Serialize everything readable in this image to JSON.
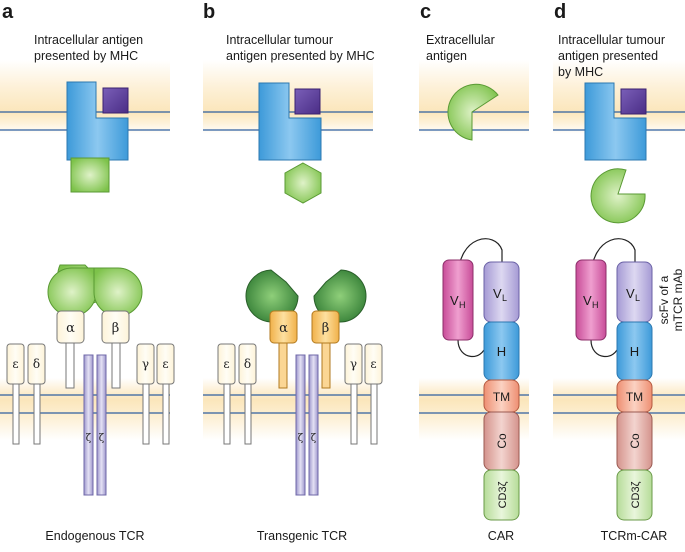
{
  "panels": [
    {
      "letter": "a",
      "top_lines": [
        "Intracellular antigen",
        "presented by MHC"
      ],
      "caption": "Endogenous TCR",
      "chains": [
        "ε",
        "δ",
        "α",
        "β",
        "γ",
        "ε"
      ],
      "zeta": [
        "ζ",
        "ζ"
      ]
    },
    {
      "letter": "b",
      "top_lines": [
        "Intracellular tumour",
        "antigen presented by MHC"
      ],
      "caption": "Transgenic TCR",
      "chains": [
        "ε",
        "δ",
        "α",
        "β",
        "γ",
        "ε"
      ],
      "zeta": [
        "ζ",
        "ζ"
      ]
    },
    {
      "letter": "c",
      "top_lines": [
        "Extracellular",
        "antigen"
      ],
      "caption": "CAR",
      "domains": {
        "vh": "V",
        "vh_sub": "H",
        "vl": "V",
        "vl_sub": "L",
        "h": "H",
        "tm": "TM",
        "co": "Co",
        "cd3": "CD3ζ"
      }
    },
    {
      "letter": "d",
      "top_lines": [
        "Intracellular tumour",
        "antigen presented",
        "by MHC"
      ],
      "caption": "TCRm-CAR",
      "domains": {
        "vh": "V",
        "vh_sub": "H",
        "vl": "V",
        "vl_sub": "L",
        "h": "H",
        "tm": "TM",
        "co": "Co",
        "cd3": "CD3ζ"
      },
      "side_label": [
        "scFv of a",
        "mTCR mAb"
      ]
    }
  ],
  "colors": {
    "membrane": "#fcedcf",
    "membrane_line": "#2f5fa0",
    "mhc_blue": "#4aa3df",
    "peptide_purple": "#5b3a96",
    "antigen_green": "#8fcf5a",
    "tcr_green_dark": "#3f8a3a",
    "chain_cream": "#fff8e4",
    "chain_orange": "#f6c46a",
    "zeta_lavender": "#b7b2d8",
    "vh_pink": "#d563a6",
    "vl_lavender": "#b5addb",
    "h_blue": "#4aa3df",
    "tm_peach": "#f2a58c",
    "co_rose": "#dca49e",
    "cd3_green": "#c8e6b0"
  }
}
